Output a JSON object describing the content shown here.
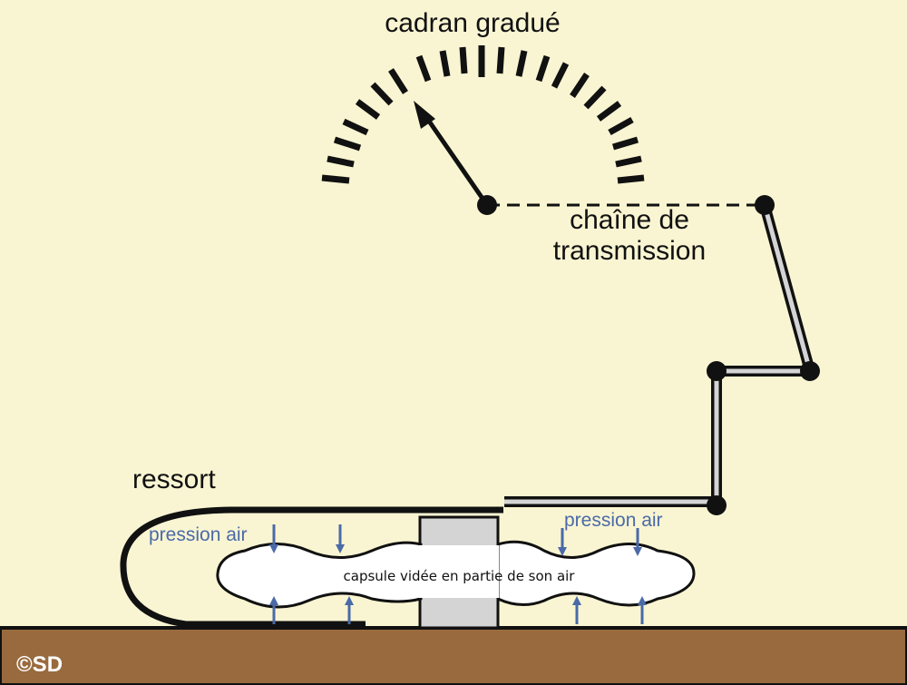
{
  "labels": {
    "dial": "cadran gradué",
    "chain_line1": "chaîne de",
    "chain_line2": "transmission",
    "spring": "ressort",
    "pressure_left": "pression air",
    "pressure_right": "pression air",
    "capsule": "capsule vidée en partie de son air",
    "copyright": "©SD"
  },
  "colors": {
    "background": "#f9f5d2",
    "ground": "#996a3e",
    "arrow_blue": "#4a6aa8",
    "link_gray": "#d4d4d4",
    "post_gray": "#d4d4d4"
  }
}
